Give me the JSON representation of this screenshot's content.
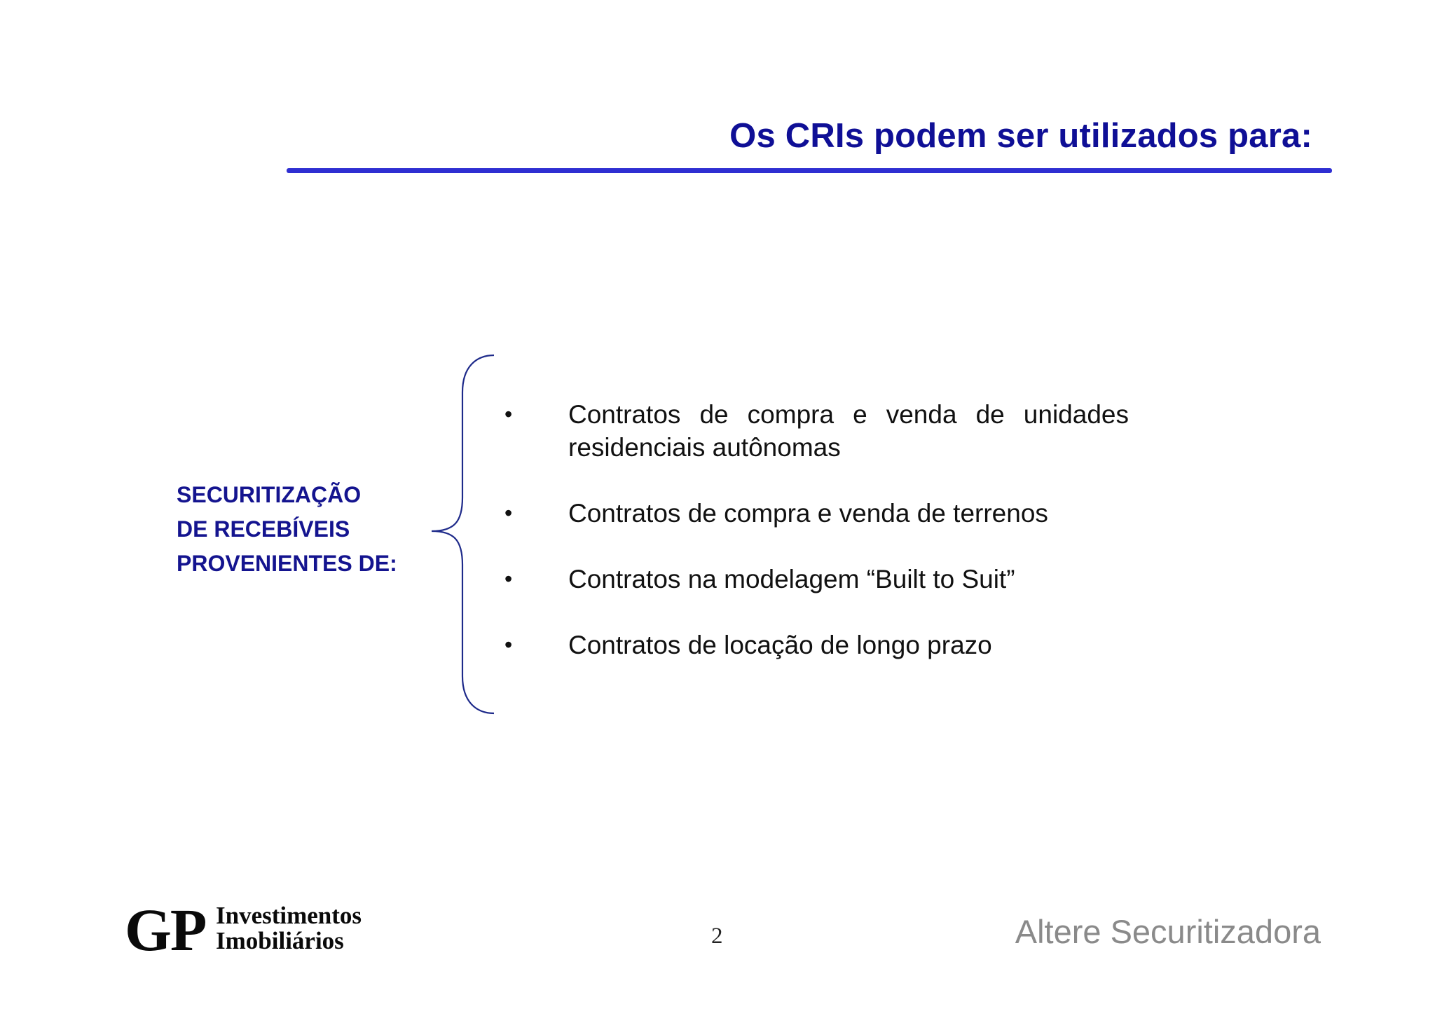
{
  "slide": {
    "title": "Os CRIs podem ser utilizados para:",
    "left_label": {
      "line1": "SECURITIZAÇÃO",
      "line2": "DE RECEBÍVEIS",
      "line3": "PROVENIENTES DE:"
    },
    "bullet_glyph": "•",
    "bullets": [
      "Contratos de compra e venda de unidades residenciais autônomas",
      "Contratos de compra e venda de terrenos",
      "Contratos na modelagem  “Built to Suit”",
      "Contratos de locação de longo prazo"
    ],
    "colors": {
      "title": "#0f0f96",
      "rule": "#2f2fd2",
      "label": "#14148f",
      "footer_right": "#8a8a8a"
    }
  },
  "footer": {
    "logo_mark": "GP",
    "logo_line1": "Investimentos",
    "logo_line2": "Imobiliários",
    "page_number": "2",
    "company": "Altere Securitizadora"
  }
}
